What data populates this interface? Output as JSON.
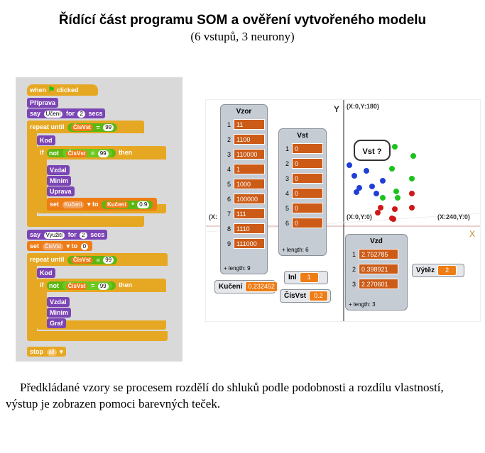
{
  "title": "Řídící část programu SOM a ověření vytvořeného modelu",
  "subtitle": "(6 vstupů, 3 neurony)",
  "caption": "Předkládané vzory se procesem rozdělí do shluků podle podobnosti a rozdílu vlastností, výstup je zobrazen pomoci barevných teček.",
  "script": {
    "hat": {
      "when": "when",
      "clicked": "clicked"
    },
    "priprava": "Příprava",
    "say1": {
      "say": "say",
      "text": "Učení",
      "for": "for",
      "secs_val": "2",
      "secs": "secs"
    },
    "repeat1": {
      "label": "repeat until",
      "var": "ČísVst",
      "eq": "=",
      "val": "99"
    },
    "kod1": "Kod",
    "if1": {
      "if": "if",
      "not": "not",
      "var": "ČísVst",
      "eq": "=",
      "val": "99",
      "then": "then"
    },
    "vzdal1": "Vzdal",
    "minim1": "Minim",
    "uprava": "Uprava",
    "set1": {
      "set": "set",
      "var": "Kučení",
      "to": "to",
      "var2": "Kučení",
      "op": "*",
      "val": "0.9"
    },
    "say2": {
      "say": "say",
      "text": "Využití",
      "for": "for",
      "secs_val": "2",
      "secs": "secs"
    },
    "set2": {
      "set": "set",
      "var": "ČísVst",
      "to": "to",
      "val": "0"
    },
    "repeat2": {
      "label": "repeat until",
      "var": "ČísVst",
      "eq": "=",
      "val": "99"
    },
    "kod2": "Kod",
    "if2": {
      "if": "if",
      "not": "not",
      "var": "ČísVst",
      "eq": "=",
      "val": "99",
      "then": "then"
    },
    "vzdal2": "Vzdal",
    "minim2": "Minim",
    "graf": "Graf",
    "stop": {
      "stop": "stop",
      "val": "all"
    }
  },
  "stage": {
    "axis_y_label": "Y",
    "axis_x_label": "X",
    "top_coord": "(X:0,Y:180)",
    "origin_coord": "(X:0,Y:0)",
    "left_coord": "(X:",
    "right_coord": "(X:240,Y:0)",
    "bubble": "Vst ?",
    "vzor": {
      "title": "Vzor",
      "items": [
        "11",
        "1100",
        "110000",
        "1",
        "1000",
        "100000",
        "111",
        "1110",
        "111000"
      ],
      "length": "length: 9"
    },
    "vst": {
      "title": "Vst",
      "items": [
        "0",
        "0",
        "0",
        "0",
        "0",
        "0"
      ],
      "length": "length: 6"
    },
    "vzd": {
      "title": "Vzd",
      "items": [
        "2.752785",
        "0.398921",
        "2.270601"
      ],
      "length": "length: 3"
    },
    "kuceni": {
      "label": "Kučení",
      "value": "0.232452"
    },
    "inl": {
      "label": "Inl",
      "value": "1"
    },
    "cisvst": {
      "label": "ČísVst",
      "value": "0.2"
    },
    "vytez": {
      "label": "Výtěz",
      "value": "2"
    },
    "colors": {
      "blue": "#1f3fd6",
      "green": "#1ec21e",
      "red": "#d01818"
    }
  }
}
